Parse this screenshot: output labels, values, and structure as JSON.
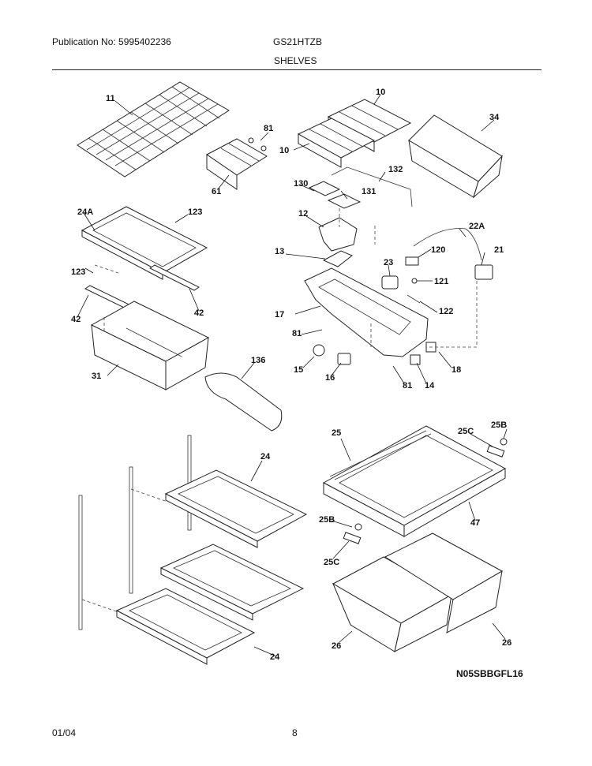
{
  "header": {
    "publication": "Publication No: 5995402236",
    "model": "GS21HTZB",
    "section_title": "SHELVES"
  },
  "footer": {
    "date": "01/04",
    "page_number": "8"
  },
  "diagram_code": "N05SBBGFL16",
  "callouts": [
    "11",
    "81",
    "10",
    "10",
    "34",
    "61",
    "132",
    "130",
    "131",
    "24A",
    "123",
    "12",
    "22A",
    "120",
    "21",
    "13",
    "123",
    "23",
    "121",
    "17",
    "42",
    "42",
    "122",
    "81",
    "136",
    "15",
    "16",
    "18",
    "31",
    "81",
    "14",
    "24",
    "25",
    "25C",
    "25B",
    "47",
    "25B",
    "25C",
    "24",
    "26",
    "26"
  ]
}
